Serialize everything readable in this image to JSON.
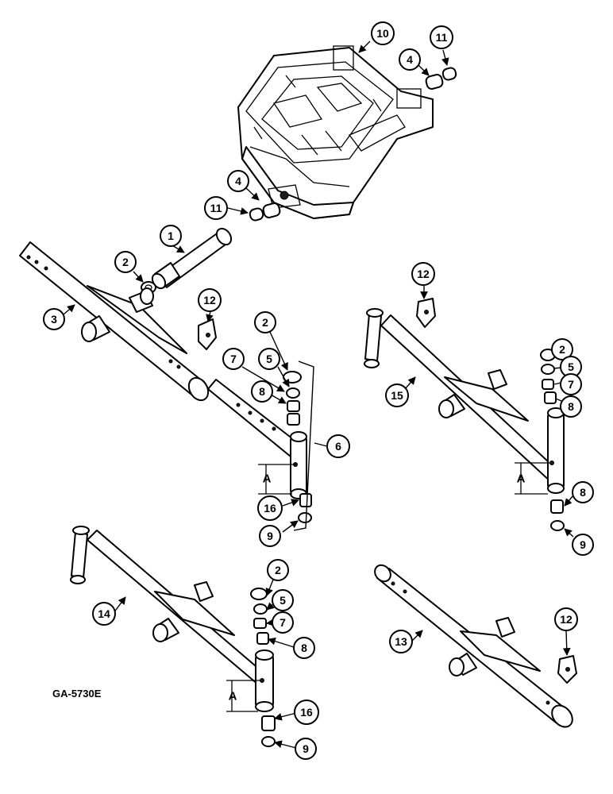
{
  "figure_code": "GA-5730E",
  "dimension_label": "A",
  "callouts": {
    "c10": "10",
    "c11a": "11",
    "c4a": "4",
    "c4b": "4",
    "c11b": "11",
    "c1": "1",
    "c2a": "2",
    "c3": "3",
    "c12a": "12",
    "c2b": "2",
    "c7a": "7",
    "c5a": "5",
    "c8a": "8",
    "c6": "6",
    "c16a": "16",
    "c9a": "9",
    "c12b": "12",
    "c2c": "2",
    "c15": "15",
    "c5b": "5",
    "c7b": "7",
    "c8b": "8",
    "c8c": "8",
    "c9b": "9",
    "c2d": "2",
    "c14": "14",
    "c5c": "5",
    "c7c": "7",
    "c8d": "8",
    "c16b": "16",
    "c9c": "9",
    "c13": "13",
    "c12c": "12"
  }
}
